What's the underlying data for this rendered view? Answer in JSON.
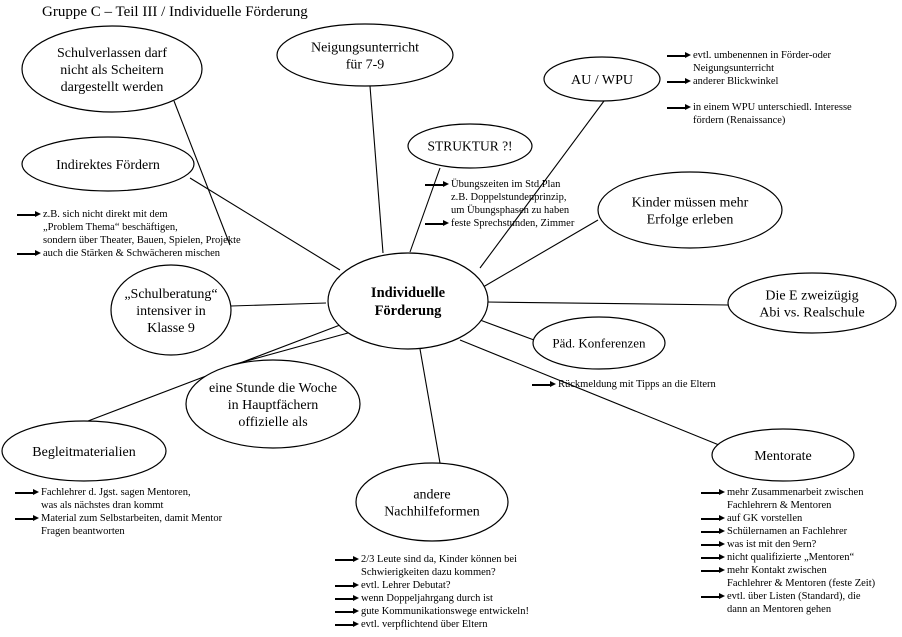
{
  "title": "Gruppe C – Teil III / Individuelle Förderung",
  "center": [
    "Individuelle",
    "Förderung"
  ],
  "nodes": {
    "schulverlassen": [
      "Schulverlassen darf",
      "nicht als Scheitern",
      "dargestellt werden"
    ],
    "neigung": [
      "Neigungsunterricht",
      "für 7-9"
    ],
    "au_wpu": [
      "AU / WPU"
    ],
    "struktur": [
      "STRUKTUR ?!"
    ],
    "indirekt": [
      "Indirektes Fördern"
    ],
    "kinder_erfolge": [
      "Kinder müssen mehr",
      "Erfolge erleben"
    ],
    "schulberatung": [
      "„Schulberatung“",
      "intensiver in",
      "Klasse 9"
    ],
    "e_zweizuegig": [
      "Die E zweizügig",
      "Abi vs. Realschule"
    ],
    "paed_konferenzen": [
      "Päd. Konferenzen"
    ],
    "stunde_woche": [
      "eine Stunde die Woche",
      "in Hauptfächern",
      "offizielle als"
    ],
    "begleitmaterialien": [
      "Begleitmaterialien"
    ],
    "mentorate": [
      "Mentorate"
    ],
    "nachhilfe": [
      "andere",
      "Nachhilfeformen"
    ]
  },
  "notes": {
    "au_wpu": [
      {
        "text": "evtl. umbenennen in Förder-oder",
        "arrow": true
      },
      {
        "text": "Neigungsunterricht",
        "arrow": false
      },
      {
        "text": "anderer Blickwinkel",
        "arrow": true
      },
      {
        "text": "",
        "arrow": false
      },
      {
        "text": "in einem WPU unterschiedl. Interesse",
        "arrow": true
      },
      {
        "text": "fördern (Renaissance)",
        "arrow": false
      }
    ],
    "struktur": [
      {
        "text": "Übungszeiten im Std.Plan",
        "arrow": true
      },
      {
        "text": "z.B. Doppelstundenprinzip,",
        "arrow": false
      },
      {
        "text": "um Übungsphasen zu haben",
        "arrow": false
      },
      {
        "text": "feste Sprechstunden, Zimmer",
        "arrow": true
      }
    ],
    "indirekt": [
      {
        "text": "z.B. sich nicht direkt mit dem",
        "arrow": true
      },
      {
        "text": "„Problem Thema“ beschäftigen,",
        "arrow": false
      },
      {
        "text": "sondern über Theater, Bauen, Spielen, Projekte",
        "arrow": false
      },
      {
        "text": "auch die Stärken & Schwächeren mischen",
        "arrow": true
      }
    ],
    "paed_konferenzen": [
      {
        "text": "Rückmeldung mit Tipps an die Eltern",
        "arrow": true
      }
    ],
    "begleitmaterialien": [
      {
        "text": "Fachlehrer d. Jgst. sagen Mentoren,",
        "arrow": true
      },
      {
        "text": "was als nächstes dran kommt",
        "arrow": false
      },
      {
        "text": "Material zum Selbstarbeiten, damit Mentor",
        "arrow": true
      },
      {
        "text": "Fragen beantworten",
        "arrow": false
      }
    ],
    "mentorate": [
      {
        "text": "mehr Zusammenarbeit zwischen",
        "arrow": true
      },
      {
        "text": "Fachlehrern & Mentoren",
        "arrow": false
      },
      {
        "text": "auf GK vorstellen",
        "arrow": true
      },
      {
        "text": "Schülernamen an Fachlehrer",
        "arrow": true
      },
      {
        "text": "was ist mit den 9ern?",
        "arrow": true
      },
      {
        "text": "nicht qualifizierte „Mentoren“",
        "arrow": true
      },
      {
        "text": "mehr Kontakt zwischen",
        "arrow": true
      },
      {
        "text": "Fachlehrer & Mentoren (feste Zeit)",
        "arrow": false
      },
      {
        "text": "evtl. über Listen (Standard), die",
        "arrow": true
      },
      {
        "text": "dann an Mentoren gehen",
        "arrow": false
      }
    ],
    "nachhilfe": [
      {
        "text": "2/3 Leute sind da, Kinder können bei",
        "arrow": true
      },
      {
        "text": "Schwierigkeiten dazu kommen?",
        "arrow": false
      },
      {
        "text": "evtl. Lehrer Debutat?",
        "arrow": true
      },
      {
        "text": "wenn Doppeljahrgang durch ist",
        "arrow": true
      },
      {
        "text": "gute Kommunikationswege entwickeln!",
        "arrow": true
      },
      {
        "text": "evtl. verpflichtend über Eltern",
        "arrow": true
      }
    ]
  }
}
